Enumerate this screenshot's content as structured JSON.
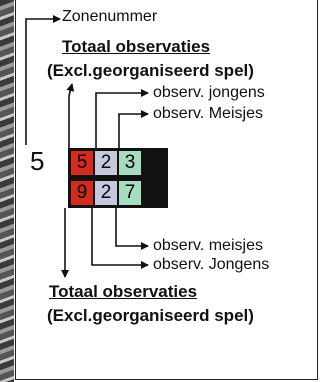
{
  "zone_label": "Zonenummer",
  "top_total": {
    "line1": "Totaal observaties",
    "line2": "(Excl.georganiseerd spel)"
  },
  "top_boys_label": "observ. jongens",
  "top_girls_label": "observ. Meisjes",
  "zone_number": "5",
  "rows": [
    [
      {
        "value": "5",
        "color": "#d52b1e"
      },
      {
        "value": "2",
        "color": "#c5c8df"
      },
      {
        "value": "3",
        "color": "#a6dcc0"
      }
    ],
    [
      {
        "value": "9",
        "color": "#d52b1e"
      },
      {
        "value": "2",
        "color": "#c5c8df"
      },
      {
        "value": "7",
        "color": "#a6dcc0"
      }
    ]
  ],
  "bottom_girls_label": "observ. meisjes",
  "bottom_boys_label": "observ. Jongens",
  "bottom_total": {
    "line1": "Totaal observaties",
    "line2": "(Excl.georganiseerd spel)"
  }
}
